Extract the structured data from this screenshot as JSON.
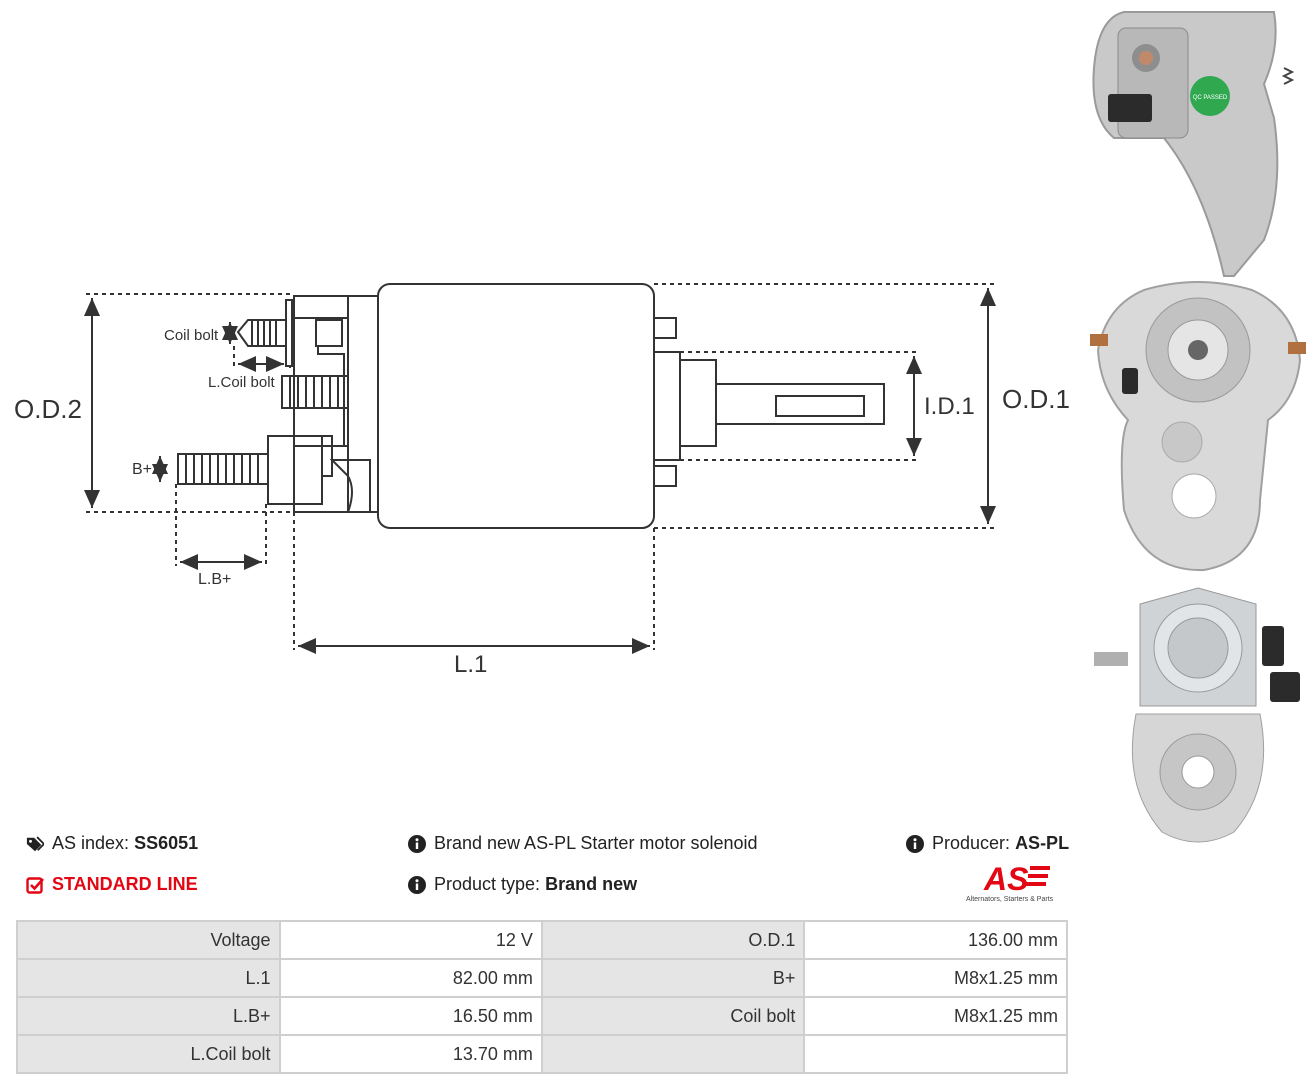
{
  "diagram": {
    "labels": {
      "od2": "O.D.2",
      "od1": "O.D.1",
      "id1": "I.D.1",
      "l1": "L.1",
      "lb": "L.B+",
      "bplus": "B+",
      "coil_bolt": "Coil bolt",
      "l_coil_bolt": "L.Coil bolt"
    }
  },
  "photos": {
    "qc_badge": "QC PASSED"
  },
  "info": {
    "as_index_label": "AS index:",
    "as_index_value": "SS6051",
    "standard_line": "STANDARD LINE",
    "description": "Brand new AS-PL Starter motor solenoid",
    "product_type_label": "Product type:",
    "product_type_value": "Brand new",
    "producer_label": "Producer:",
    "producer_value": "AS-PL"
  },
  "logo": {
    "text": "AS",
    "tagline": "Alternators, Starters & Parts"
  },
  "specs": {
    "rows": [
      [
        {
          "k": "Voltage",
          "v": "12 V"
        },
        {
          "k": "O.D.1",
          "v": "136.00 mm"
        }
      ],
      [
        {
          "k": "L.1",
          "v": "82.00 mm"
        },
        {
          "k": "B+",
          "v": "M8x1.25 mm"
        }
      ],
      [
        {
          "k": "L.B+",
          "v": "16.50 mm"
        },
        {
          "k": "Coil bolt",
          "v": "M8x1.25 mm"
        }
      ],
      [
        {
          "k": "L.Coil bolt",
          "v": "13.70 mm"
        },
        {
          "k": "",
          "v": ""
        }
      ]
    ]
  },
  "colors": {
    "accent": "#e30613",
    "table_key_bg": "#e5e5e5",
    "table_border": "#cfcfcf"
  }
}
